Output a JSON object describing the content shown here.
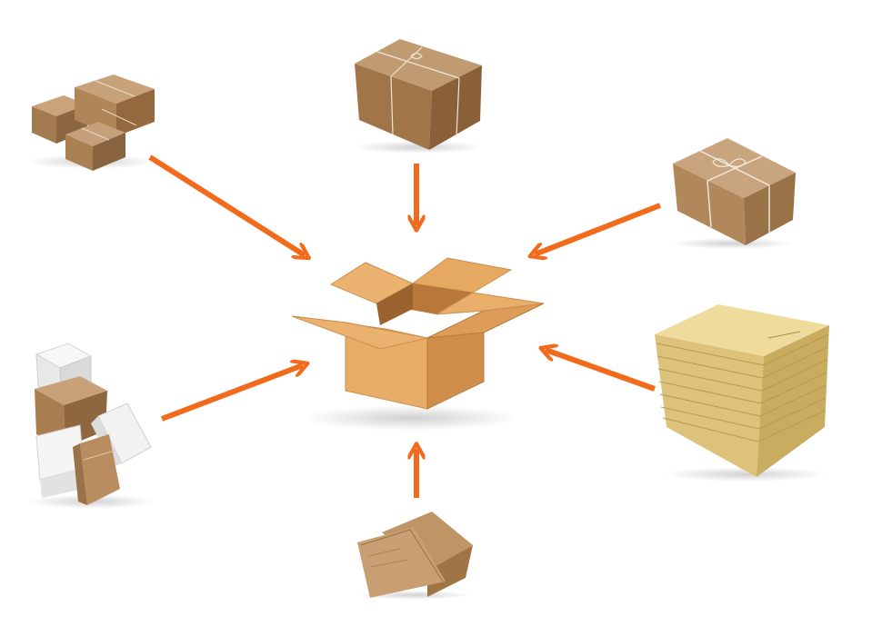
{
  "diagram": {
    "type": "consolidation-hub",
    "center": {
      "icon": "open-cardboard-box-icon"
    },
    "sources": [
      {
        "id": "top-left",
        "icon": "stacked-kraft-parcels-icon"
      },
      {
        "id": "top",
        "icon": "twine-tied-parcel-icon"
      },
      {
        "id": "top-right",
        "icon": "twine-cross-tied-parcel-icon"
      },
      {
        "id": "right",
        "icon": "padded-envelope-stack-icon"
      },
      {
        "id": "bottom",
        "icon": "kraft-envelopes-icon"
      },
      {
        "id": "left",
        "icon": "mixed-white-kraft-parcels-icon"
      }
    ],
    "flow_direction": "inward",
    "colors": {
      "arrow": "#f26a1b",
      "kraft": "#b48a5c",
      "cardboard": "#e0a35f",
      "padded_envelope": "#e6cf84",
      "white_paper": "#f3f3f3",
      "background": "#ffffff"
    }
  }
}
